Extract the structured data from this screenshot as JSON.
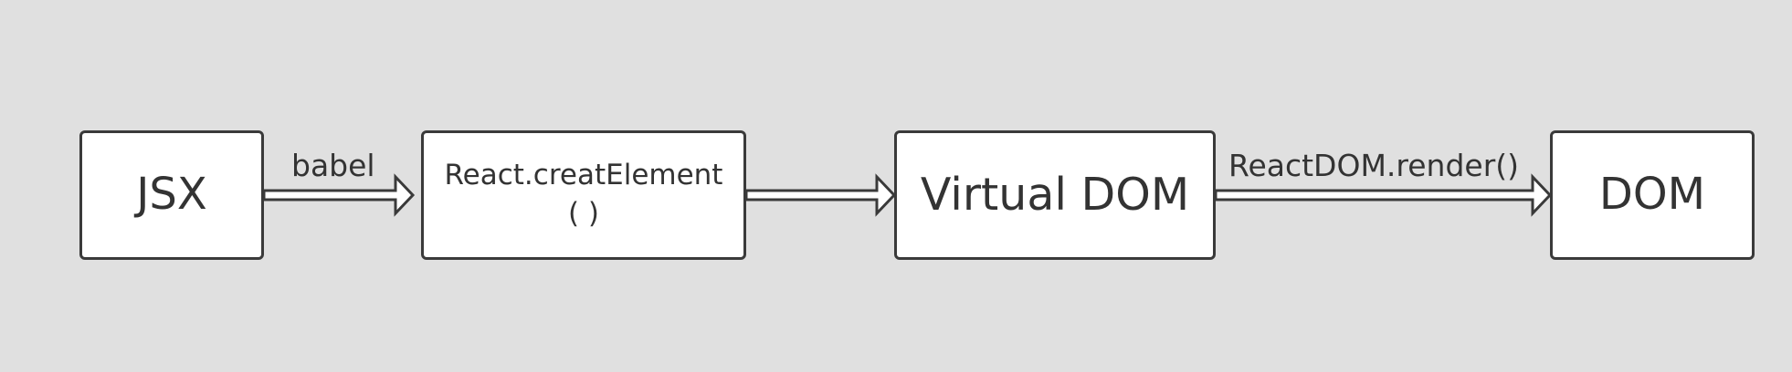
{
  "diagram": {
    "nodes": [
      {
        "id": "jsx",
        "label": "JSX"
      },
      {
        "id": "create",
        "label": "React.creatElement( )"
      },
      {
        "id": "vdom",
        "label": "Virtual DOM"
      },
      {
        "id": "dom",
        "label": "DOM"
      }
    ],
    "edges": [
      {
        "from": "jsx",
        "to": "create",
        "label": "babel"
      },
      {
        "from": "create",
        "to": "vdom",
        "label": ""
      },
      {
        "from": "vdom",
        "to": "dom",
        "label": "ReactDOM.render()"
      }
    ]
  },
  "colors": {
    "background": "#e0e0e0",
    "box_fill": "#ffffff",
    "stroke": "#3a3a3a",
    "text": "#333333"
  }
}
